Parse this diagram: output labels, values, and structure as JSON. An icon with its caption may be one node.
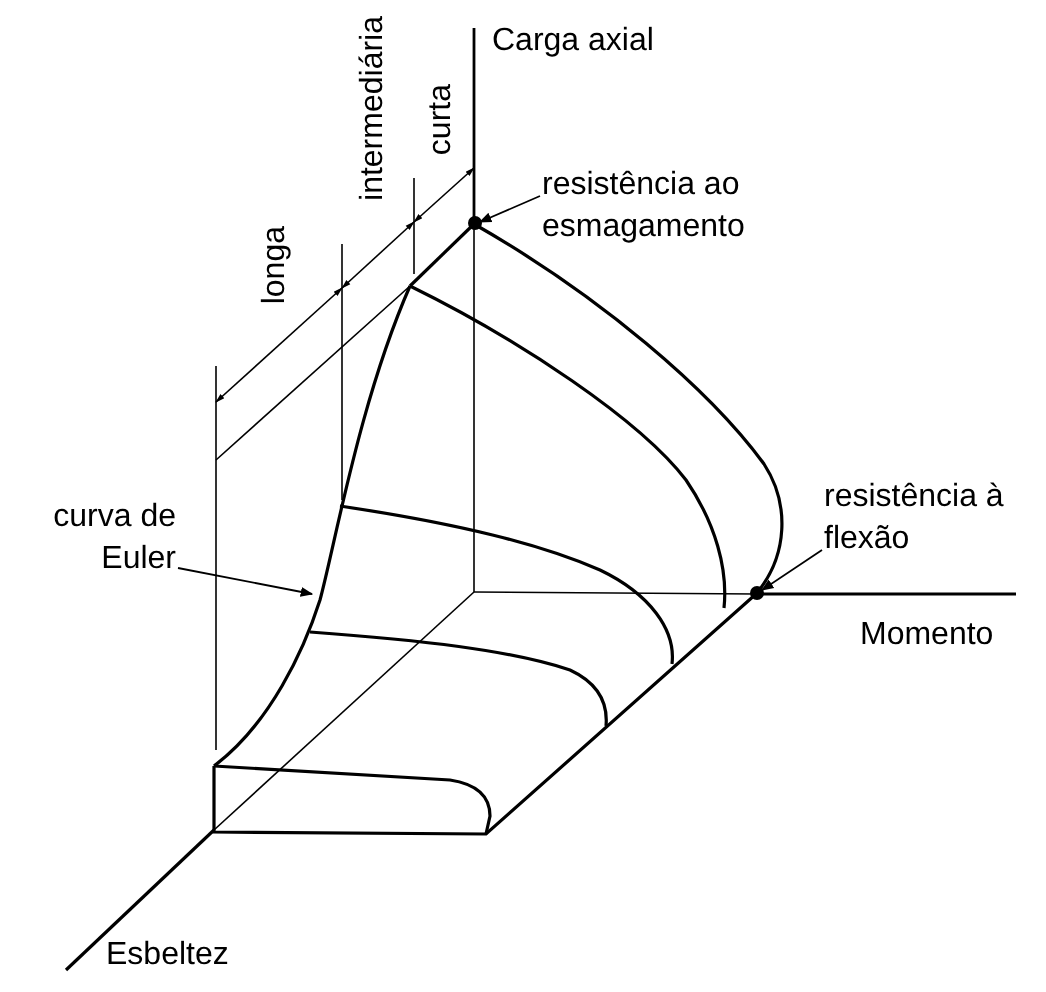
{
  "diagram": {
    "nodes": [
      {
        "text": [
          "resistência ao esmagamento"
        ]
      },
      {
        "text": [],
        "shape": "circle"
      },
      {
        "text": [
          "resistência à flexão"
        ]
      },
      {
        "text": [],
        "shape": "circle"
      },
      {
        "text": [
          "curva de Euler"
        ]
      }
    ],
    "edges": [
      {
        "from": 0,
        "to": 1,
        "arrow": "to"
      },
      {
        "from": 2,
        "to": 3,
        "arrow": "to"
      },
      {
        "from": 4,
        "to": null,
        "arrow": "to"
      }
    ],
    "labels": [
      "longa",
      "intermediária",
      "curta",
      "Carga axial",
      "Momento",
      "Esbeltez"
    ]
  }
}
